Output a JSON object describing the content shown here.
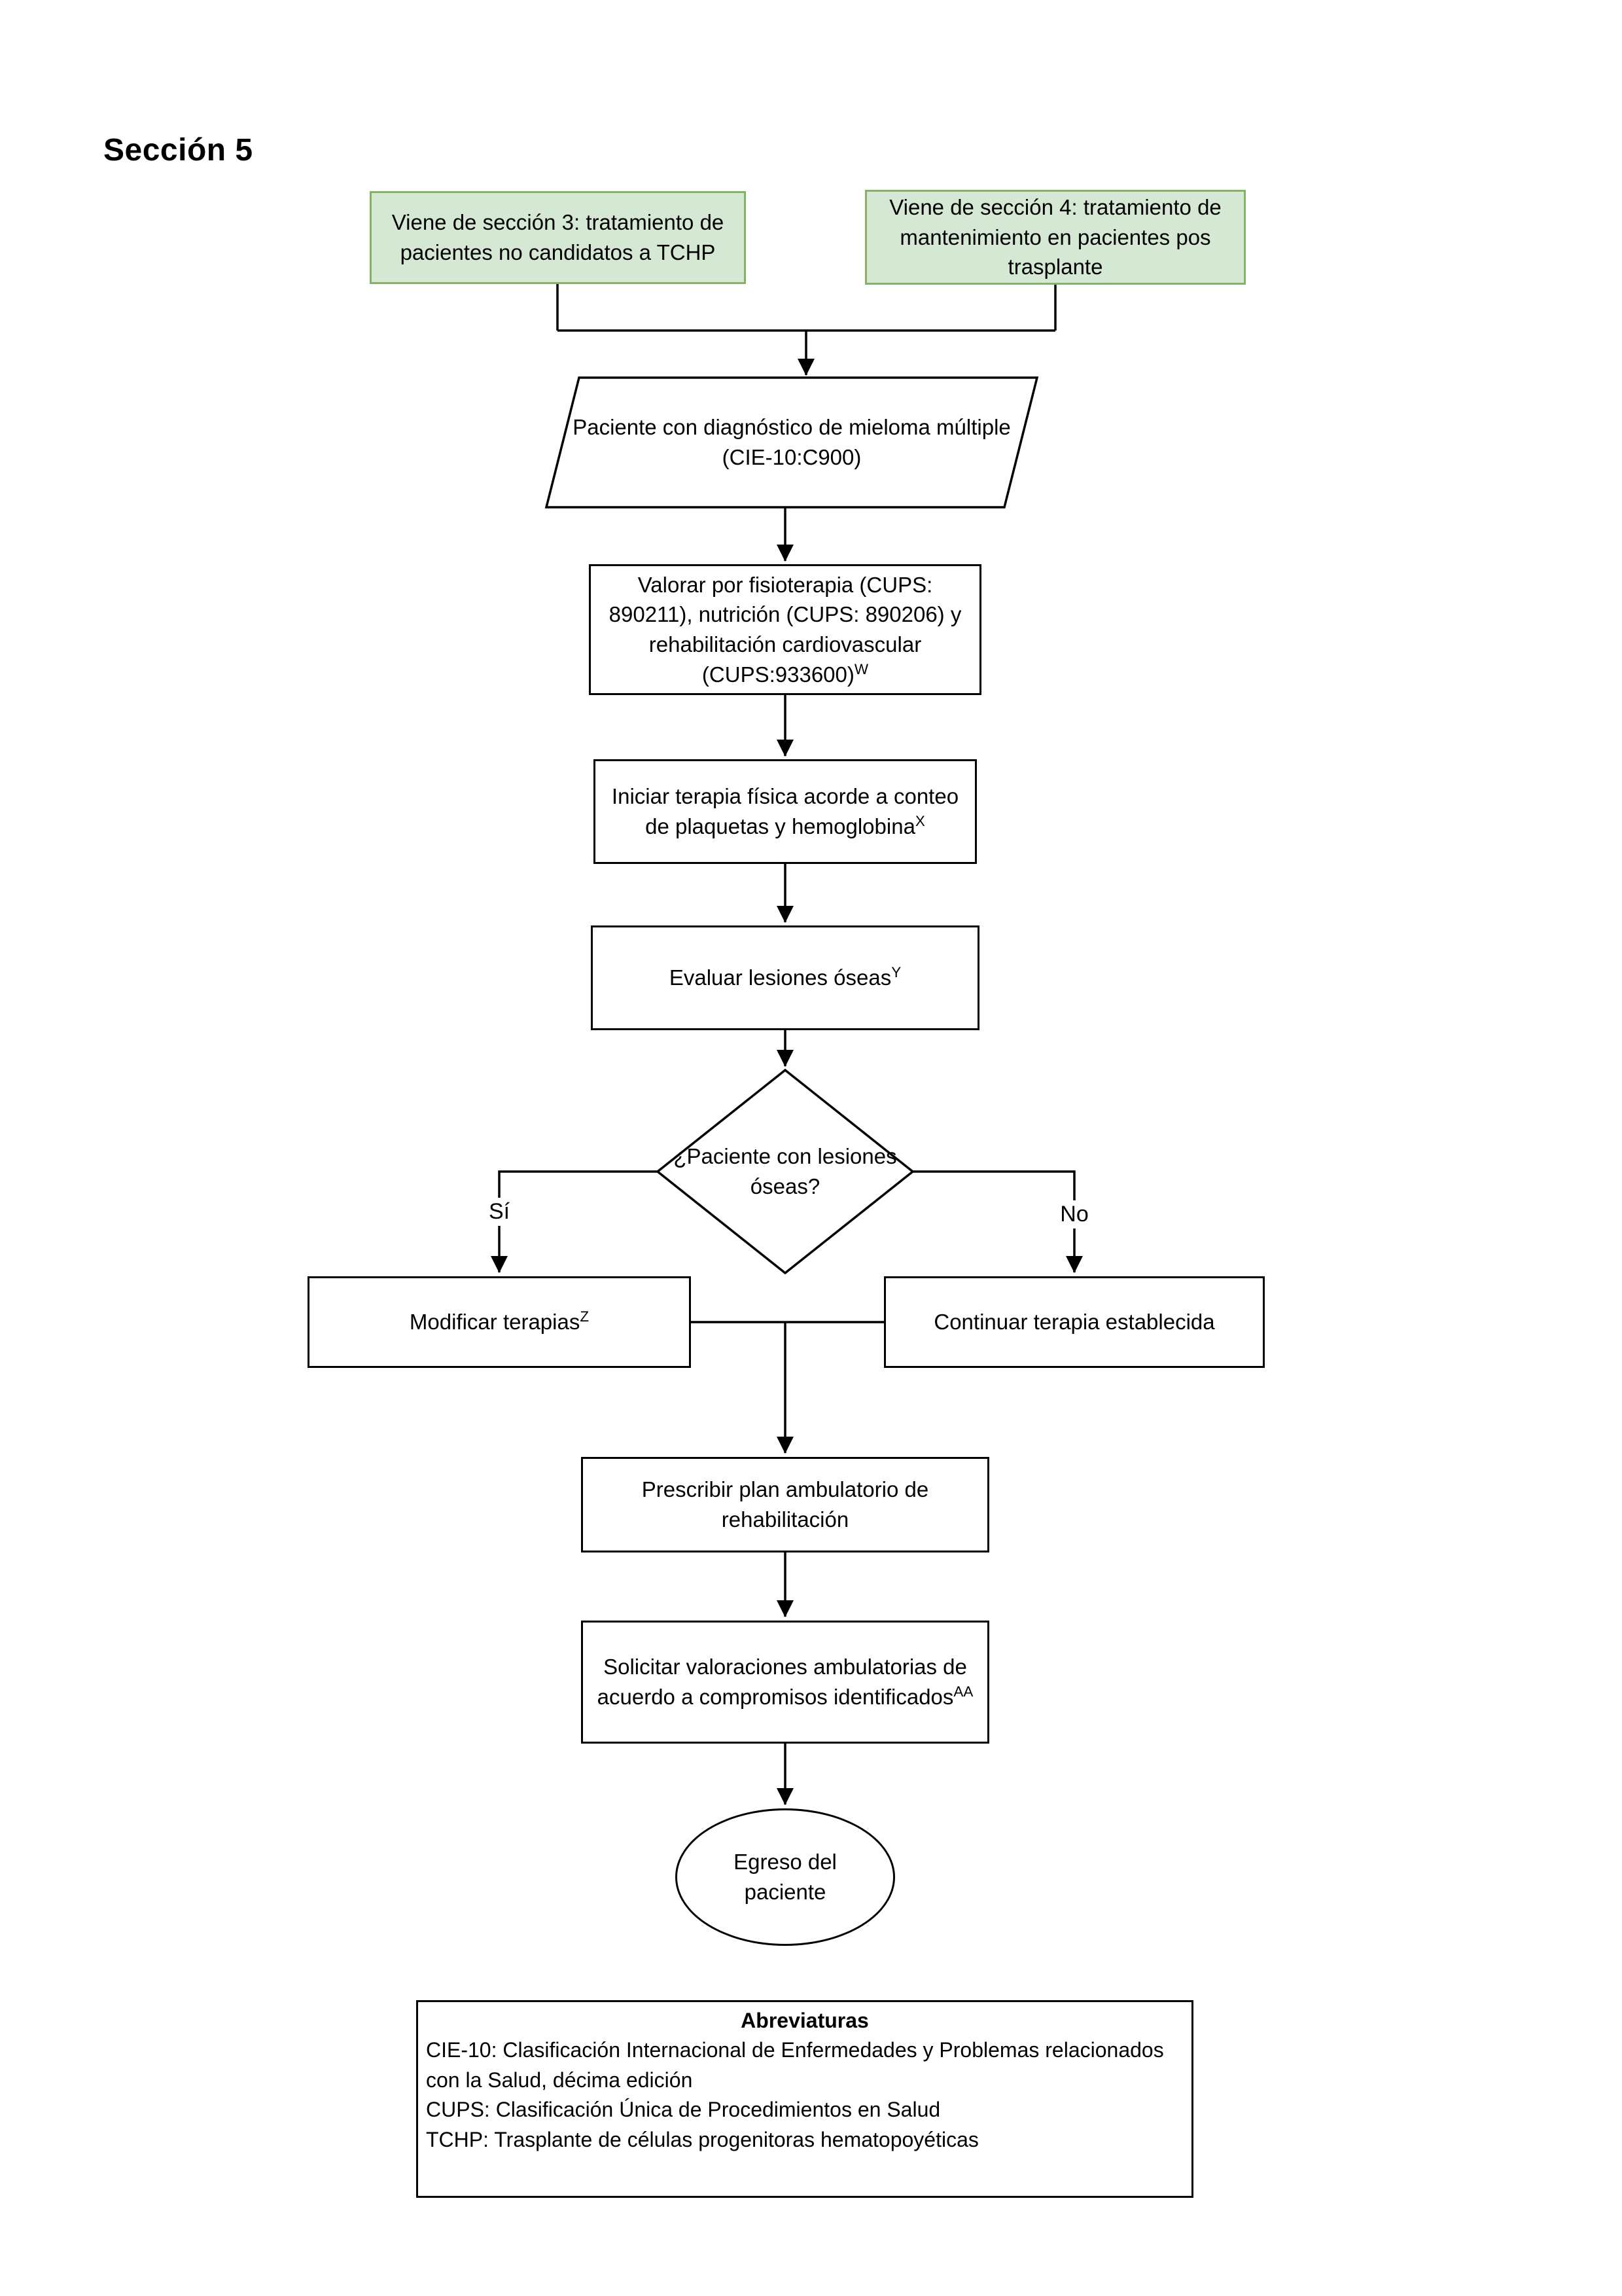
{
  "page": {
    "title": "Sección 5"
  },
  "entry_boxes": [
    {
      "text": "Viene de sección 3: tratamiento de pacientes no candidatos a TCHP"
    },
    {
      "text": "Viene de sección 4: tratamiento de mantenimiento en pacientes pos trasplante"
    }
  ],
  "nodes": {
    "diagnosis": {
      "text": "Paciente con diagnóstico de mieloma múltiple",
      "code": "(CIE-10:C900)"
    },
    "valorar": {
      "text": "Valorar por fisioterapia (CUPS: 890211), nutrición (CUPS: 890206) y rehabilitación cardiovascular (CUPS:933600)",
      "sup": "W"
    },
    "iniciar": {
      "text": "Iniciar terapia física acorde a conteo de plaquetas y hemoglobina",
      "sup": "X"
    },
    "evaluar": {
      "text": "Evaluar lesiones óseas",
      "sup": "Y"
    },
    "decision": {
      "text": "¿Paciente con lesiones óseas?"
    },
    "modificar": {
      "text": "Modificar terapias",
      "sup": "Z"
    },
    "continuar": {
      "text": "Continuar terapia establecida"
    },
    "prescribir": {
      "text": "Prescribir plan ambulatorio de rehabilitación"
    },
    "solicitar": {
      "text": "Solicitar valoraciones ambulatorias de acuerdo a compromisos identificados",
      "sup": "AA"
    },
    "egreso": {
      "text": "Egreso del paciente"
    }
  },
  "edges": {
    "yes_label": "Sí",
    "no_label": "No"
  },
  "abbreviations": {
    "title": "Abreviaturas",
    "items": [
      "CIE-10: Clasificación Internacional de Enfermedades y Problemas relacionados con la Salud, décima edición",
      "CUPS: Clasificación Única de Procedimientos en Salud",
      "TCHP: Trasplante de células progenitoras hematopoyéticas"
    ]
  },
  "colors": {
    "entry_fill": "#d5e8d4",
    "entry_border": "#82b366",
    "line": "#000000",
    "background": "#ffffff"
  }
}
